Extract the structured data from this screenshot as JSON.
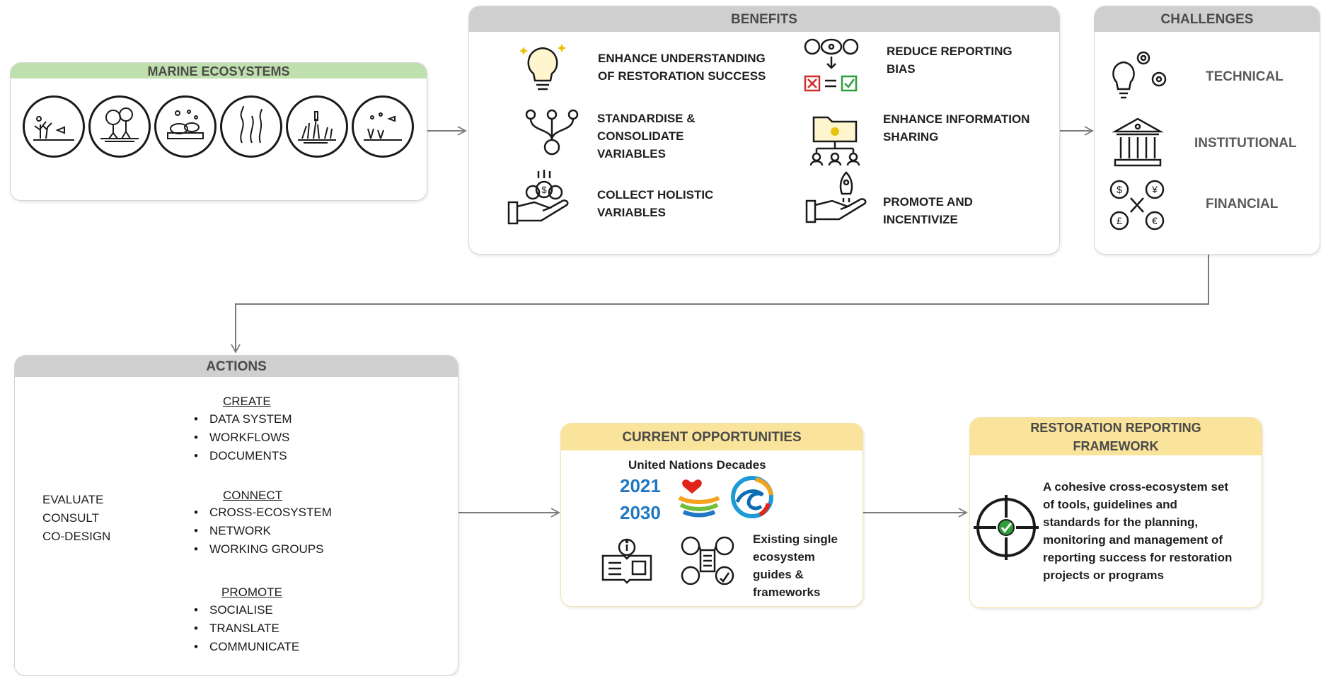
{
  "marine": {
    "title": "MARINE ECOSYSTEMS",
    "icons": [
      "coral-reef-icon",
      "mangrove-icon",
      "oyster-reef-icon",
      "kelp-forest-icon",
      "saltmarsh-icon",
      "seagrass-icon"
    ]
  },
  "benefits": {
    "title": "BENEFITS",
    "items": [
      {
        "icon": "lightbulb-icon",
        "label": "ENHANCE UNDERSTANDING\nOF RESTORATION SUCCESS"
      },
      {
        "icon": "reporting-bias-icon",
        "label": "REDUCE REPORTING\nBIAS"
      },
      {
        "icon": "network-nodes-icon",
        "label": "STANDARDISE &\nCONSOLIDATE\n VARIABLES"
      },
      {
        "icon": "folder-sharing-icon",
        "label": "ENHANCE INFORMATION\nSHARING"
      },
      {
        "icon": "hand-coins-icon",
        "label": "COLLECT HOLISTIC\nVARIABLES"
      },
      {
        "icon": "hand-rocket-icon",
        "label": "PROMOTE AND\nINCENTIVIZE"
      }
    ]
  },
  "challenges": {
    "title": "CHALLENGES",
    "items": [
      {
        "icon": "lightbulb-gears-icon",
        "label": "TECHNICAL"
      },
      {
        "icon": "institution-building-icon",
        "label": "INSTITUTIONAL"
      },
      {
        "icon": "currency-exchange-icon",
        "label": "FINANCIAL"
      }
    ]
  },
  "actions": {
    "title": "ACTIONS",
    "inputs": [
      "EVALUATE",
      "CONSULT",
      "CO-DESIGN"
    ],
    "groups": [
      {
        "heading": "CREATE",
        "items": [
          "DATA SYSTEM",
          "WORKFLOWS",
          "DOCUMENTS"
        ]
      },
      {
        "heading": "CONNECT",
        "items": [
          "CROSS-ECOSYSTEM",
          "NETWORK",
          "WORKING GROUPS"
        ]
      },
      {
        "heading": "PROMOTE",
        "items": [
          "SOCIALISE",
          "TRANSLATE",
          "COMMUNICATE"
        ]
      }
    ]
  },
  "opportunities": {
    "title": "CURRENT OPPORTUNITIES",
    "un_heading": "United Nations Decades",
    "year_start": "2021",
    "year_end": "2030",
    "guides_label": "Existing single\necosystem\nguides &\nframeworks"
  },
  "framework": {
    "title": "RESTORATION REPORTING\nFRAMEWORK",
    "description": "A cohesive cross-ecosystem set\nof tools, guidelines and\nstandards for the planning,\nmonitoring and management of\nreporting success for restoration\nprojects or programs"
  },
  "colors": {
    "header_gray": "#cfcfcf",
    "header_green": "#bfe0ad",
    "header_yellow": "#fae39a",
    "year_blue": "#1f78c1",
    "check_green": "#2e9e3a"
  }
}
